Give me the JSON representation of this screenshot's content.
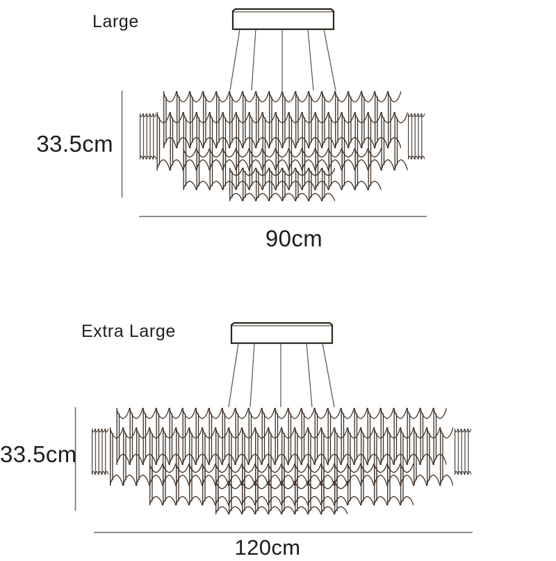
{
  "page_title": "Chandelier size diagram",
  "colors": {
    "background": "#ffffff",
    "line_art": "#3b2d24",
    "canopy_line": "#2e251e",
    "wire_line": "#5b4d42",
    "dimension_line": "#6f675d",
    "text": "#1e1c1a"
  },
  "diagrams": [
    {
      "label": "Large",
      "height_label": "33.5cm",
      "width_label": "90cm"
    },
    {
      "label": "Extra Large",
      "height_label": "33.5cm",
      "width_label": "120cm"
    }
  ]
}
